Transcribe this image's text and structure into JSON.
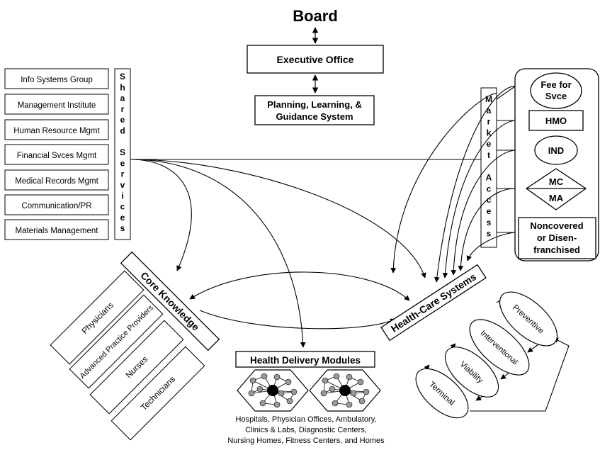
{
  "board": "Board",
  "executive_office": "Executive Office",
  "planning": [
    "Planning, Learning, &",
    "Guidance System"
  ],
  "shared_services": {
    "label": "Shared Services",
    "items": [
      "Info Systems Group",
      "Management Institute",
      "Human Resource Mgmt",
      "Financial Svces Mgmt",
      "Medical Records Mgmt",
      "Communication/PR",
      "Materials Management"
    ]
  },
  "market_access": {
    "label": "Market Access",
    "items": {
      "fee_for_service": [
        "Fee for",
        "Svce"
      ],
      "hmo": "HMO",
      "ind": "IND",
      "mc": "MC",
      "ma": "MA",
      "noncovered": [
        "Noncovered",
        "or Disen-",
        "franchised"
      ]
    }
  },
  "core_knowledge": {
    "label": "Core Knowledge",
    "items": [
      "Physicians",
      "Advanced Practice Providers",
      "Nurses",
      "Technicians"
    ]
  },
  "health_delivery": {
    "label": "Health Delivery Modules",
    "caption": [
      "Hospitals, Physician Offices, Ambulatory,",
      "Clinics & Labs, Diagnostic Centers,",
      "Nursing Homes, Fitness Centers, and Homes"
    ]
  },
  "health_care_systems": {
    "label": "Health-Care Systems",
    "stages": [
      "Preventive",
      "Interventional",
      "Viability",
      "Terminal"
    ]
  }
}
